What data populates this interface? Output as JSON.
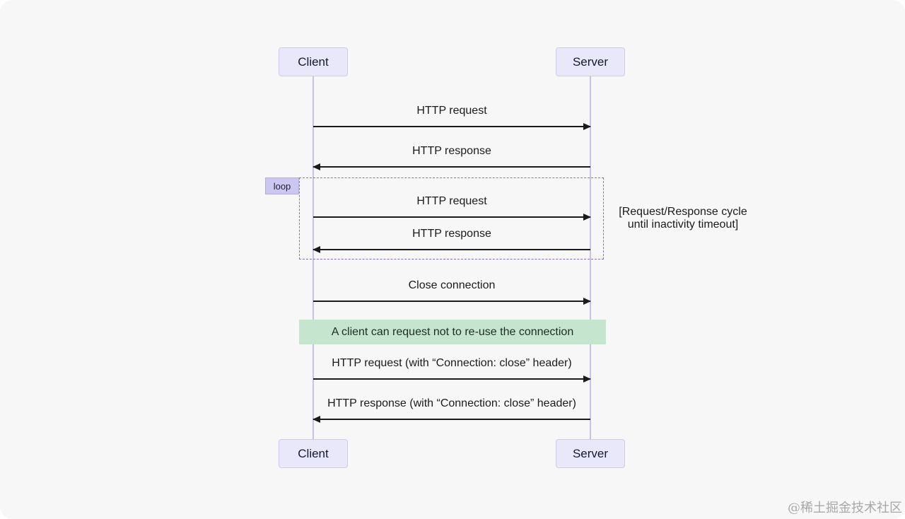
{
  "diagram": {
    "actors": [
      {
        "id": "client",
        "label": "Client"
      },
      {
        "id": "server",
        "label": "Server"
      }
    ],
    "messages": [
      {
        "label": "HTTP request",
        "direction": "right",
        "from": "client",
        "to": "server"
      },
      {
        "label": "HTTP response",
        "direction": "left",
        "from": "server",
        "to": "client"
      },
      {
        "label": "HTTP request",
        "direction": "right",
        "from": "client",
        "to": "server",
        "in_loop": true
      },
      {
        "label": "HTTP response",
        "direction": "left",
        "from": "server",
        "to": "client",
        "in_loop": true
      },
      {
        "label": "Close connection",
        "direction": "right",
        "from": "client",
        "to": "server"
      },
      {
        "label": "HTTP request (with “Connection: close” header)",
        "direction": "right",
        "from": "client",
        "to": "server"
      },
      {
        "label": "HTTP response (with “Connection: close” header)",
        "direction": "left",
        "from": "server",
        "to": "client"
      }
    ],
    "loop": {
      "label": "loop",
      "annotation_lines": [
        "[Request/Response cycle",
        "until inactivity timeout]"
      ]
    },
    "note": "A client can request not to re-use the connection",
    "colors": {
      "canvas_bg": "#f7f7f8",
      "actor_fill": "#e9e8fb",
      "actor_border": "#cfcbef",
      "lifeline": "#c6c2ea",
      "loop_border": "#7e74d2",
      "loop_label_fill": "#ccc7f1",
      "note_fill": "#c5e5cf",
      "arrow": "#1b1b1b"
    }
  },
  "watermark": "@稀土掘金技术社区"
}
